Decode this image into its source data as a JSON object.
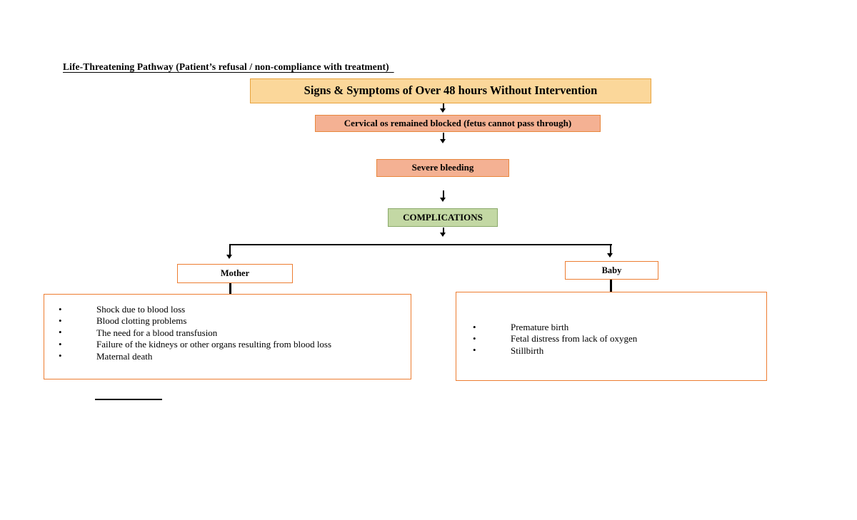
{
  "document": {
    "title": "Life-Threatening Pathway (Patient’s refusal / non-compliance with treatment)  "
  },
  "flow": {
    "header_node": {
      "label": "Signs & Symptoms of Over 48 hours Without Intervention",
      "fill": "#fbd79a",
      "border": "#e8a33d"
    },
    "cervical_node": {
      "label": "Cervical os remained blocked (fetus cannot pass through)",
      "fill": "#f4b193",
      "border": "#e8863d"
    },
    "bleeding_node": {
      "label": "Severe bleeding",
      "fill": "#f4b193",
      "border": "#e8863d"
    },
    "complications_node": {
      "label": "COMPLICATIONS",
      "fill": "#c3d8a4",
      "border": "#8aa96a"
    },
    "branches": [
      {
        "label": "Mother",
        "fill": "#ffffff",
        "border": "#ed7d31",
        "bullet": "•",
        "items": [
          "Shock due to blood loss",
          "Blood clotting problems",
          "The need for a blood transfusion",
          "Failure of the kidneys or other organs resulting from blood loss",
          "Maternal death"
        ]
      },
      {
        "label": "Baby",
        "fill": "#ffffff",
        "border": "#ed7d31",
        "bullet": "•",
        "items": [
          "Premature birth",
          "Fetal distress from lack of oxygen",
          "Stillbirth"
        ]
      }
    ]
  }
}
